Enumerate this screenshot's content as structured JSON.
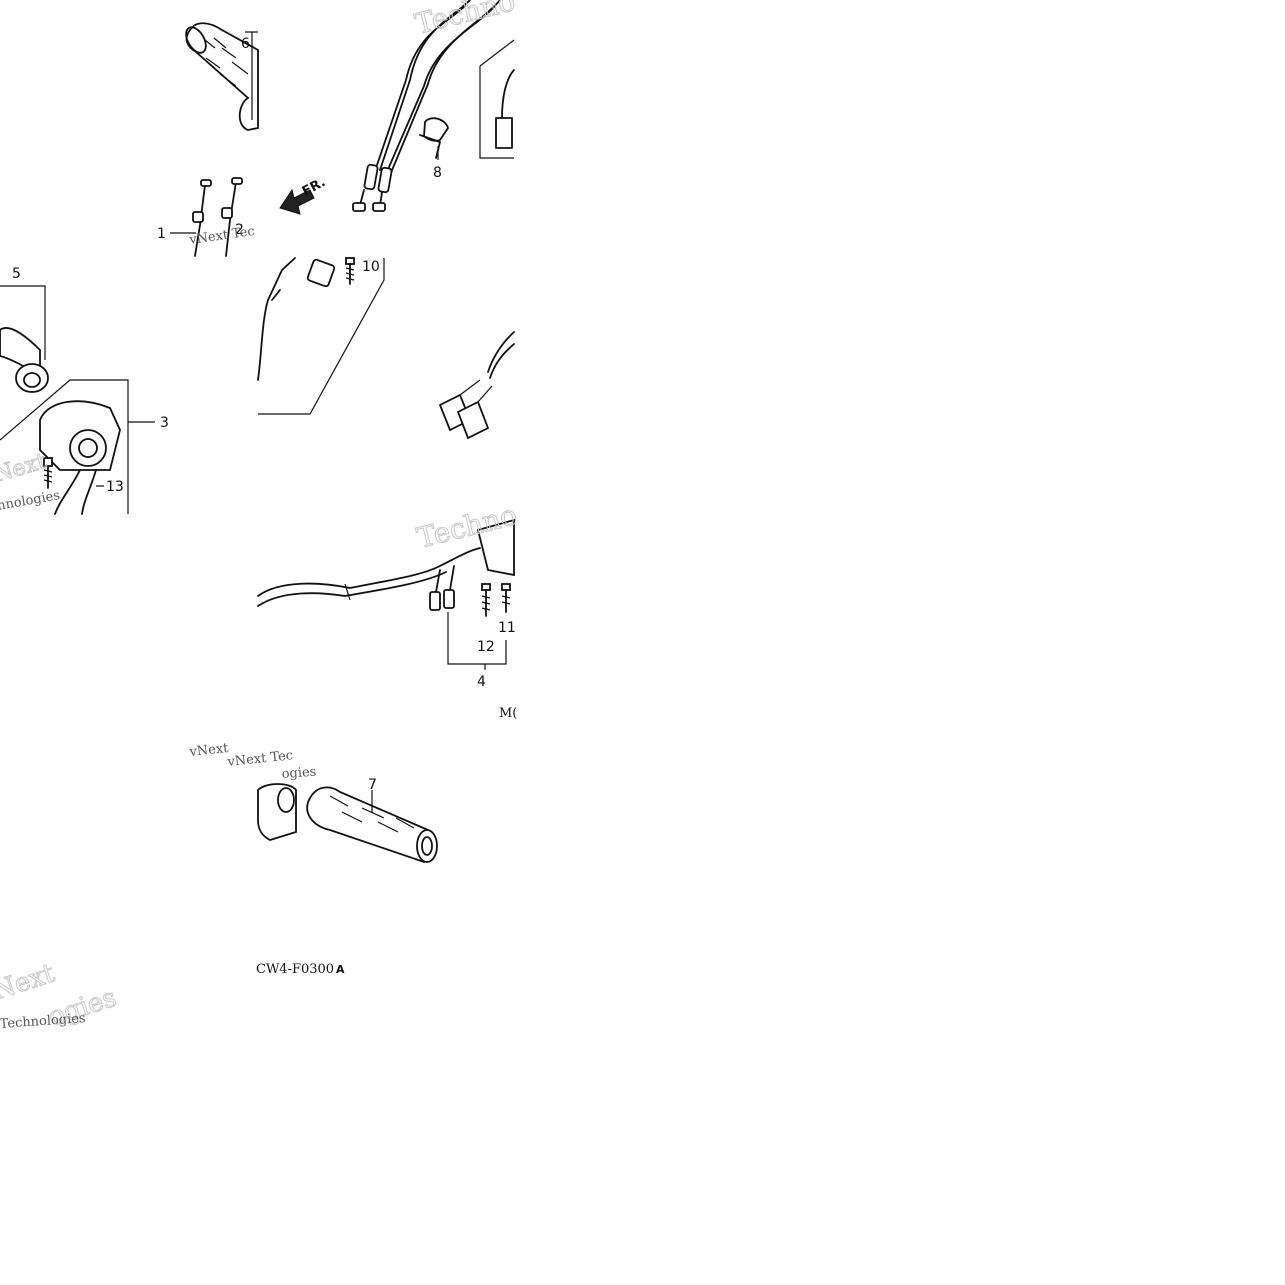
{
  "callouts": {
    "c1": "1",
    "c2": "2",
    "c3": "3",
    "c4": "4",
    "c5": "5",
    "c6": "6",
    "c7": "7",
    "c8": "8",
    "c10": "10",
    "c11": "11",
    "c12": "12",
    "c13": "13"
  },
  "front_arrow_label": "FR.",
  "diagram_code": "CW4-F0300",
  "diagram_code_suffix": "A",
  "partial_code": "M(",
  "watermarks": {
    "tech": "Techno",
    "technologies": "Technologies",
    "vnext": "vNext",
    "next": "Next",
    "ogies": "ogies",
    "vnext_tech": "vNext Tec",
    "hnologies": "hnologies"
  }
}
